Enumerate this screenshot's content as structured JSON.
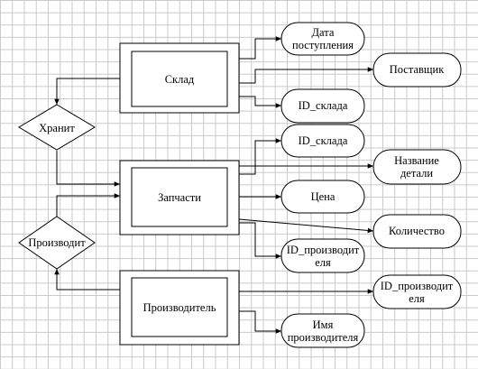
{
  "entities": {
    "warehouse": "Склад",
    "parts": "Запчасти",
    "manufacturer": "Производитель"
  },
  "relations": {
    "stores": "Хранит",
    "produces": "Производит"
  },
  "attributes": {
    "receipt_date": [
      "Дата",
      "поступления"
    ],
    "supplier": [
      "Поставщик"
    ],
    "warehouse_id": [
      "ID_склада"
    ],
    "parts_warehouse_id": [
      "ID_склада"
    ],
    "part_name": [
      "Название",
      "детали"
    ],
    "price": [
      "Цена"
    ],
    "quantity": [
      "Количество"
    ],
    "parts_manufacturer_id": [
      "ID_производит",
      "еля"
    ],
    "manufacturer_id": [
      "ID_производит",
      "еля"
    ],
    "manufacturer_name": [
      "Имя",
      "производителя"
    ]
  }
}
